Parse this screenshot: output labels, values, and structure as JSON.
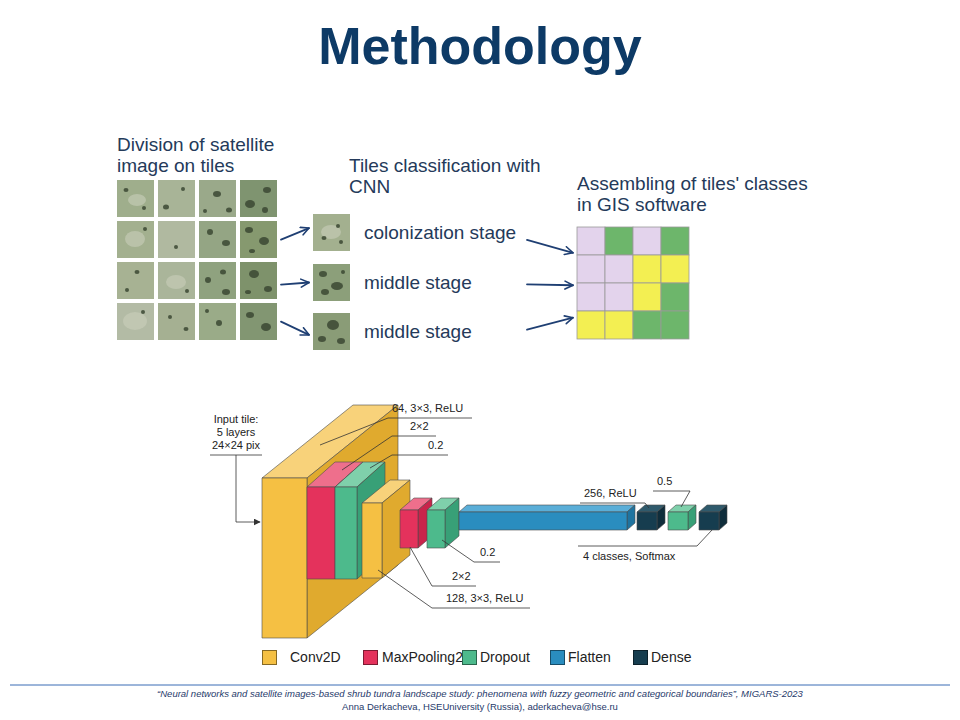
{
  "diagram": {
    "title": "Methodology",
    "nodes": [
      {
        "text": [
          "Division of satellite image on tiles"
        ]
      },
      {
        "text": [
          "colonization stage"
        ]
      },
      {
        "text": [
          "middle stage"
        ]
      },
      {
        "text": [
          "middle stage"
        ]
      },
      {
        "text": [
          "Assembling of tiles' classes in GIS software"
        ]
      }
    ],
    "edges": [
      {
        "from": 0,
        "to": 1,
        "arrow": "to"
      },
      {
        "from": 0,
        "to": 2,
        "arrow": "to"
      },
      {
        "from": 0,
        "to": 3,
        "arrow": "to"
      },
      {
        "from": 1,
        "to": 4,
        "arrow": "to"
      },
      {
        "from": 2,
        "to": 4,
        "arrow": "to"
      },
      {
        "from": 3,
        "to": 4,
        "arrow": "to"
      }
    ],
    "labels": [
      "Tiles classification with CNN",
      "Input tile: 5 layers 24×24 pix",
      "64, 3×3, ReLU",
      "2×2",
      "0.2",
      "256, ReLU",
      "0.5",
      "0.2",
      "4 classes, Softmax",
      "2×2",
      "128, 3×3, ReLU",
      "“Neural networks and satellite images-based shrub tundra landscape study: phenomena with fuzzy geometric and categorical boundaries”, MIGARS-2023",
      "Anna Derkacheva, HSEUniversity (Russia), aderkacheva@hse.ru"
    ],
    "legend": [
      {
        "text": "Conv2D",
        "color": "#f5c043"
      },
      {
        "text": "MaxPooling2D",
        "color": "#e4325c"
      },
      {
        "text": "Dropout",
        "color": "#4dba8c"
      },
      {
        "text": "Flatten",
        "color": "#2a8dbf"
      },
      {
        "text": "Dense",
        "color": "#163d4f"
      }
    ]
  }
}
